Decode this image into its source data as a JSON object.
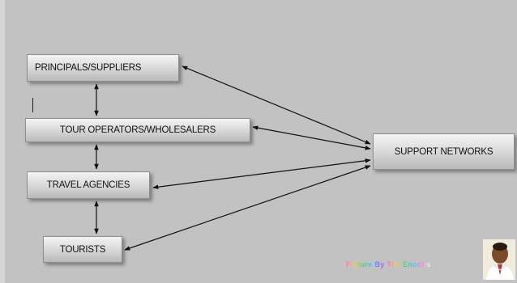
{
  "nodes": {
    "principals": "PRINCIPALS/SUPPLIERS",
    "tour_operators": "TOUR OPERATORS/WHOLESALERS",
    "travel_agencies": "TRAVEL AGENCIES",
    "tourists": "TOURISTS",
    "support": "SUPPORT NETWORKS"
  },
  "edges": [
    {
      "from": "principals",
      "to": "tour_operators",
      "direction": "both"
    },
    {
      "from": "tour_operators",
      "to": "travel_agencies",
      "direction": "both"
    },
    {
      "from": "travel_agencies",
      "to": "tourists",
      "direction": "both"
    },
    {
      "from": "principals",
      "to": "support",
      "direction": "both"
    },
    {
      "from": "tour_operators",
      "to": "support",
      "direction": "both"
    },
    {
      "from": "travel_agencies",
      "to": "support",
      "direction": "both"
    },
    {
      "from": "tourists",
      "to": "support",
      "direction": "both"
    }
  ],
  "credit": {
    "text": "Picture By The Enochs",
    "photo_icon": "portrait-photo"
  },
  "colors": {
    "background": "#c2c2c2",
    "arrow": "#111111"
  }
}
